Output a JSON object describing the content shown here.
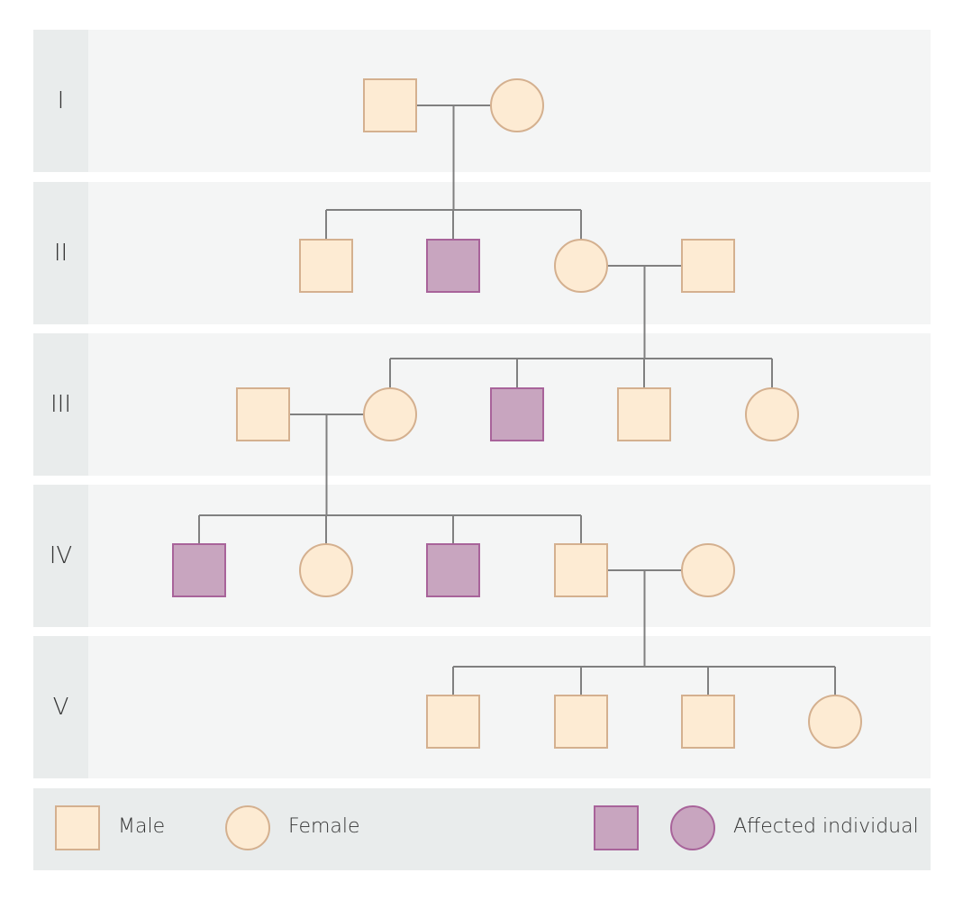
{
  "generations": [
    {
      "label": "I"
    },
    {
      "label": "II"
    },
    {
      "label": "III"
    },
    {
      "label": "IV"
    },
    {
      "label": "V"
    }
  ],
  "colors": {
    "unaffected_fill": "#fdebd3",
    "unaffected_stroke": "#d4b08f",
    "affected_fill": "#c8a5bf",
    "affected_stroke": "#a8639a",
    "line": "#808080"
  },
  "pedigree": {
    "individuals": [
      {
        "id": "I-1",
        "generation": "I",
        "sex": "male",
        "affected": false
      },
      {
        "id": "I-2",
        "generation": "I",
        "sex": "female",
        "affected": false
      },
      {
        "id": "II-1",
        "generation": "II",
        "sex": "male",
        "affected": false
      },
      {
        "id": "II-2",
        "generation": "II",
        "sex": "male",
        "affected": true
      },
      {
        "id": "II-3",
        "generation": "II",
        "sex": "female",
        "affected": false
      },
      {
        "id": "II-4",
        "generation": "II",
        "sex": "male",
        "affected": false
      },
      {
        "id": "III-1",
        "generation": "III",
        "sex": "male",
        "affected": false
      },
      {
        "id": "III-2",
        "generation": "III",
        "sex": "female",
        "affected": false
      },
      {
        "id": "III-3",
        "generation": "III",
        "sex": "male",
        "affected": true
      },
      {
        "id": "III-4",
        "generation": "III",
        "sex": "male",
        "affected": false
      },
      {
        "id": "III-5",
        "generation": "III",
        "sex": "female",
        "affected": false
      },
      {
        "id": "IV-1",
        "generation": "IV",
        "sex": "male",
        "affected": true
      },
      {
        "id": "IV-2",
        "generation": "IV",
        "sex": "female",
        "affected": false
      },
      {
        "id": "IV-3",
        "generation": "IV",
        "sex": "male",
        "affected": true
      },
      {
        "id": "IV-4",
        "generation": "IV",
        "sex": "male",
        "affected": false
      },
      {
        "id": "IV-5",
        "generation": "IV",
        "sex": "female",
        "affected": false
      },
      {
        "id": "V-1",
        "generation": "V",
        "sex": "male",
        "affected": false
      },
      {
        "id": "V-2",
        "generation": "V",
        "sex": "male",
        "affected": false
      },
      {
        "id": "V-3",
        "generation": "V",
        "sex": "male",
        "affected": false
      },
      {
        "id": "V-4",
        "generation": "V",
        "sex": "female",
        "affected": false
      }
    ],
    "couples": [
      {
        "partners": [
          "I-1",
          "I-2"
        ],
        "children": [
          "II-1",
          "II-2",
          "II-3"
        ]
      },
      {
        "partners": [
          "II-3",
          "II-4"
        ],
        "children": [
          "III-2",
          "III-3",
          "III-4",
          "III-5"
        ]
      },
      {
        "partners": [
          "III-1",
          "III-2"
        ],
        "children": [
          "IV-1",
          "IV-2",
          "IV-3",
          "IV-4"
        ]
      },
      {
        "partners": [
          "IV-4",
          "IV-5"
        ],
        "children": [
          "V-1",
          "V-2",
          "V-3",
          "V-4"
        ]
      }
    ]
  },
  "legend": {
    "male_label": "Male",
    "female_label": "Female",
    "affected_label": "Affected individual"
  }
}
